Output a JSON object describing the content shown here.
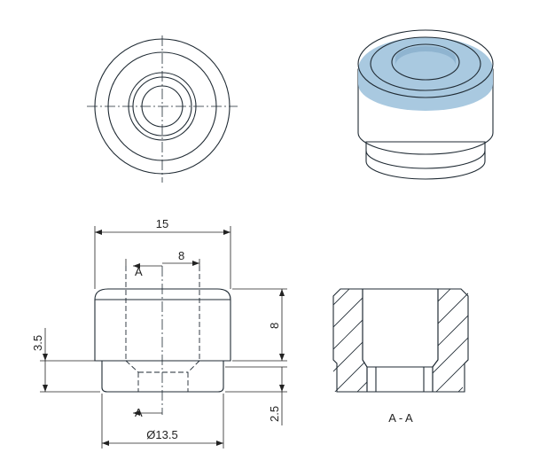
{
  "dimensions": {
    "overall_width": "15",
    "bore_width": "8",
    "body_height": "8",
    "shoulder_height": "3.5",
    "base_height": "2.5",
    "base_diameter": "Ø13.5"
  },
  "section": {
    "marker_top": "A",
    "marker_bottom": "A",
    "label": "A - A"
  },
  "colors": {
    "part_light": "#b9d6ea",
    "part_mid": "#8fb4d0",
    "part_dark": "#5f87a7",
    "edge": "#1f2a33"
  }
}
